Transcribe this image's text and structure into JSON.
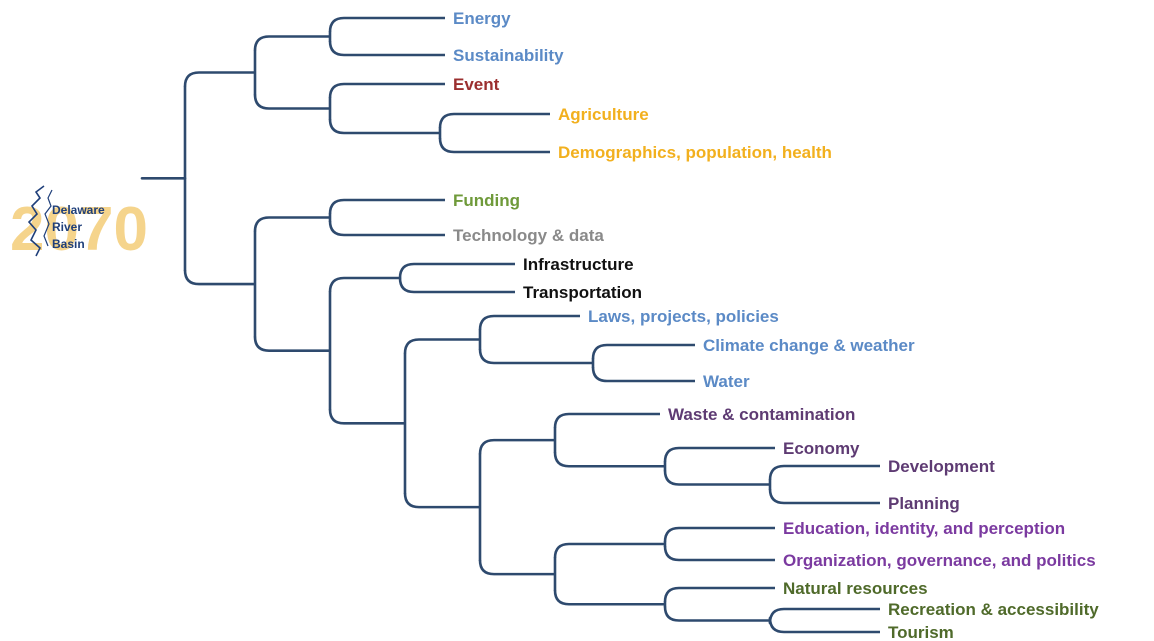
{
  "logo": {
    "year": "2070",
    "words": [
      "Delaware",
      "River",
      "Basin"
    ]
  },
  "colors": {
    "branch": "#2e4a6e",
    "logo_year": "#f5d48c",
    "blue": "#5b8ac6",
    "red": "#9b2f2f",
    "gold": "#f2b01e",
    "green": "#6f9a3a",
    "gray": "#8a8a8a",
    "black": "#111111",
    "purple": "#5e3b73",
    "violet": "#7b3aa0",
    "olive": "#4f6a2a"
  },
  "leaves": [
    {
      "text": "Energy",
      "color": "blue"
    },
    {
      "text": "Sustainability",
      "color": "blue"
    },
    {
      "text": "Event",
      "color": "red"
    },
    {
      "text": "Agriculture",
      "color": "gold"
    },
    {
      "text": "Demographics, population, health",
      "color": "gold"
    },
    {
      "text": "Funding",
      "color": "green"
    },
    {
      "text": "Technology & data",
      "color": "gray"
    },
    {
      "text": "Infrastructure",
      "color": "black"
    },
    {
      "text": "Transportation",
      "color": "black"
    },
    {
      "text": "Laws, projects, policies",
      "color": "blue"
    },
    {
      "text": "Climate change & weather",
      "color": "blue"
    },
    {
      "text": "Water",
      "color": "blue"
    },
    {
      "text": "Waste & contamination",
      "color": "purple"
    },
    {
      "text": "Economy",
      "color": "purple"
    },
    {
      "text": "Development",
      "color": "purple"
    },
    {
      "text": "Planning",
      "color": "purple"
    },
    {
      "text": "Education, identity, and perception",
      "color": "violet"
    },
    {
      "text": "Organization, governance, and politics",
      "color": "violet"
    },
    {
      "text": "Natural resources",
      "color": "olive"
    },
    {
      "text": "Recreation & accessibility",
      "color": "olive"
    },
    {
      "text": "Tourism",
      "color": "olive"
    }
  ]
}
